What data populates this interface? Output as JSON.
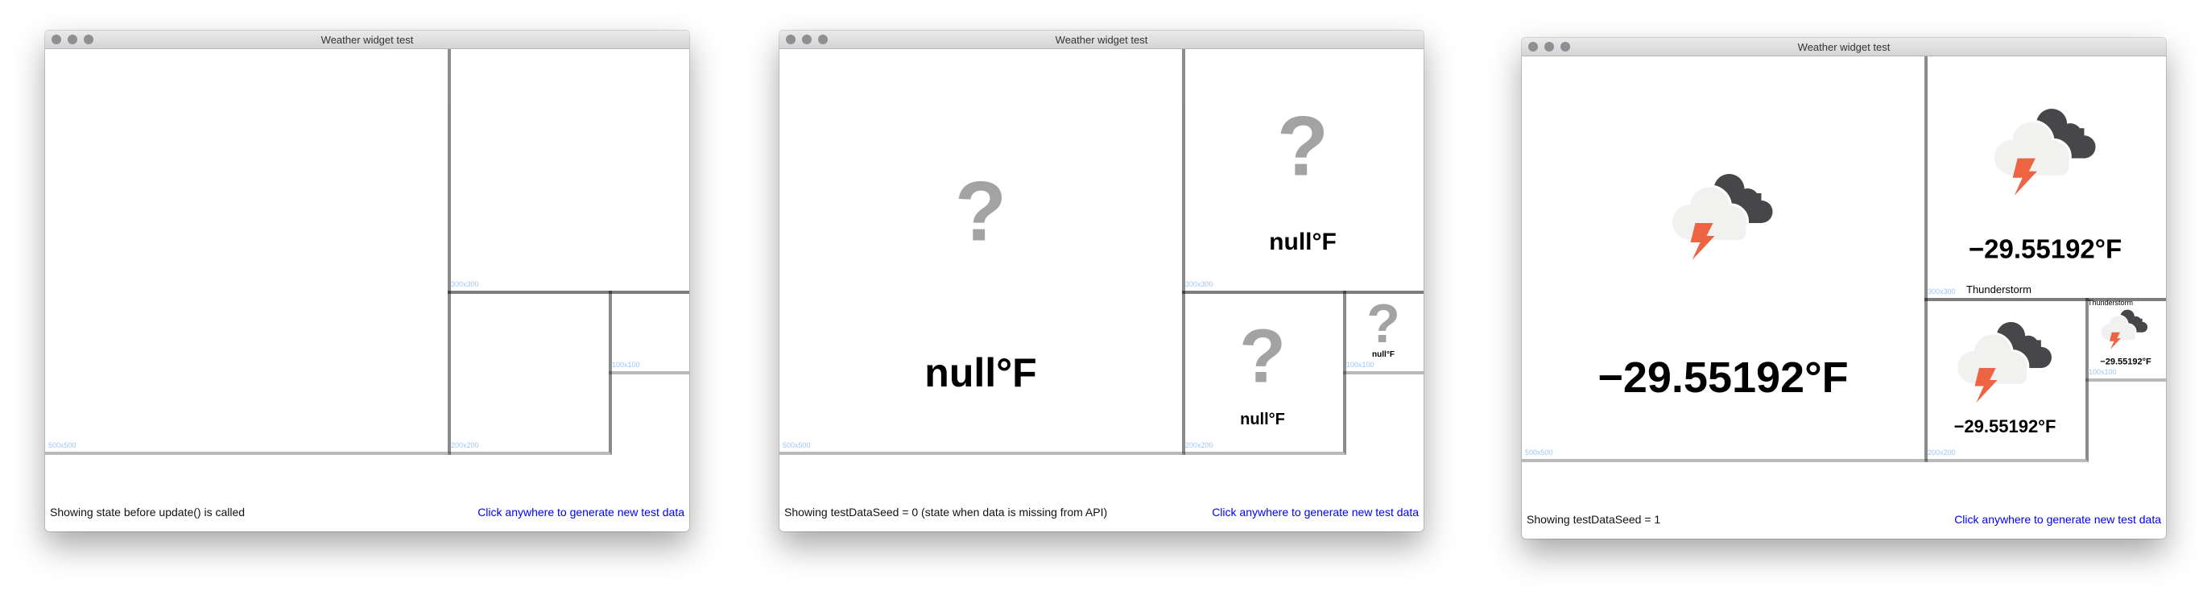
{
  "colors": {
    "link": "#0000ee",
    "size_label": "#9cc4f5",
    "question_mark": "#a3a3a3",
    "lightning": "#ee6342",
    "dark_cloud": "#47474a",
    "light_cloud": "#f1f1f0"
  },
  "windows": [
    {
      "title": "Weather widget test",
      "footer_text": "Showing state before update() is called",
      "footer_link": "Click anywhere to generate new test data",
      "panels": [
        {
          "size_label": "500x500"
        },
        {
          "size_label": "300x300"
        },
        {
          "size_label": "200x200"
        },
        {
          "size_label": "100x100"
        }
      ]
    },
    {
      "title": "Weather widget test",
      "footer_text": "Showing testDataSeed = 0 (state when data is missing from API)",
      "footer_link": "Click anywhere to generate new test data",
      "panels": [
        {
          "size_label": "500x500",
          "icon": "question-mark-icon",
          "glyph": "?",
          "temperature": "null°F"
        },
        {
          "size_label": "300x300",
          "icon": "question-mark-icon",
          "glyph": "?",
          "temperature": "null°F"
        },
        {
          "size_label": "200x200",
          "icon": "question-mark-icon",
          "glyph": "?",
          "temperature": "null°F"
        },
        {
          "size_label": "100x100",
          "icon": "question-mark-icon",
          "glyph": "?",
          "temperature": "null°F"
        }
      ]
    },
    {
      "title": "Weather widget test",
      "footer_text": "Showing testDataSeed = 1",
      "footer_link": "Click anywhere to generate new test data",
      "panels": [
        {
          "size_label": "500x500",
          "icon": "thunderstorm-icon",
          "temperature": "−29.55192°F"
        },
        {
          "size_label": "300x300",
          "icon": "thunderstorm-icon",
          "temperature": "−29.55192°F",
          "condition": "Thunderstorm"
        },
        {
          "size_label": "200x200",
          "icon": "thunderstorm-icon",
          "temperature": "−29.55192°F"
        },
        {
          "size_label": "100x100",
          "icon": "thunderstorm-icon",
          "temperature": "−29.55192°F",
          "condition": "Thunderstorm"
        }
      ]
    }
  ]
}
